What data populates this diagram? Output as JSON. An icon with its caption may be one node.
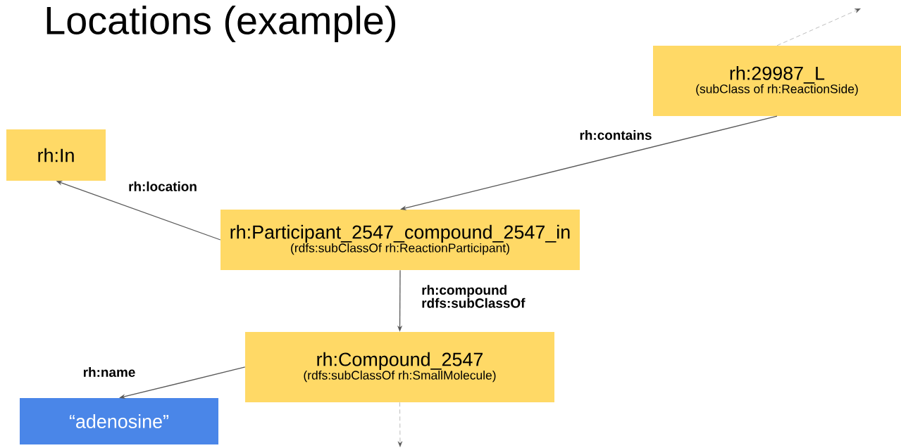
{
  "diagram": {
    "title": "Locations (example)",
    "nodes": [
      {
        "text": [
          "rh:29987_L",
          "(subClass of rh:ReactionSide)"
        ]
      },
      {
        "text": [
          "rh:In"
        ]
      },
      {
        "text": [
          "rh:Participant_2547_compound_2547_in",
          "(rdfs:subClassOf rh:ReactionParticipant)"
        ]
      },
      {
        "text": [
          "rh:Compound_2547",
          "(rdfs:subClassOf rh:SmallMolecule)"
        ]
      },
      {
        "text": [
          "“adenosine”"
        ]
      }
    ],
    "edges": [
      {
        "from": 0,
        "to": null,
        "arrow": "to",
        "style": "dashed"
      },
      {
        "from": 0,
        "to": 2,
        "arrow": "to",
        "label": "rh:contains"
      },
      {
        "from": 2,
        "to": 1,
        "arrow": "to",
        "label": "rh:location"
      },
      {
        "from": 2,
        "to": 3,
        "arrow": "to",
        "label": "rh:compound rdfs:subClassOf"
      },
      {
        "from": 3,
        "to": 4,
        "arrow": "to",
        "label": "rh:name"
      },
      {
        "from": 3,
        "to": null,
        "arrow": "to",
        "style": "dashed"
      }
    ]
  }
}
